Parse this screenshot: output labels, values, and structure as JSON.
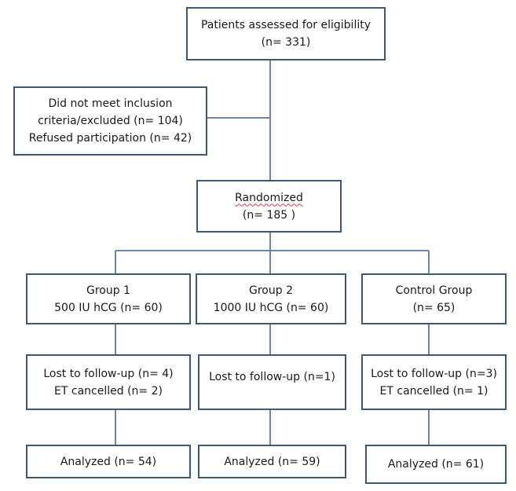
{
  "flowchart": {
    "assessed": {
      "line1": "Patients assessed for eligibility",
      "line2": "(n= 331)"
    },
    "excluded": {
      "line1": "Did not meet inclusion",
      "line2": "criteria/excluded (n= 104)",
      "line3": "Refused participation (n= 42)"
    },
    "randomized": {
      "line1": "Randomized",
      "line2": "(n= 185 )"
    },
    "groups": [
      {
        "name": "Group 1",
        "dose": "500 IU hCG (n= 60)",
        "followup_line1": "Lost to follow-up (n= 4)",
        "followup_line2": "ET cancelled (n= 2)",
        "analyzed": "Analyzed (n= 54)"
      },
      {
        "name": "Group 2",
        "dose": "1000 IU hCG (n= 60)",
        "followup_line1": "Lost to follow-up (n=1)",
        "analyzed": "Analyzed (n= 59)"
      },
      {
        "name": "Control Group",
        "dose": "(n= 65)",
        "followup_line1": "Lost to follow-up (n=3)",
        "followup_line2": "ET cancelled (n= 1)",
        "analyzed": "Analyzed (n= 61)"
      }
    ]
  },
  "colors": {
    "box_border": "#3f5876",
    "connector": "#6a86ad",
    "spellcheck_underline": "#d04040"
  }
}
